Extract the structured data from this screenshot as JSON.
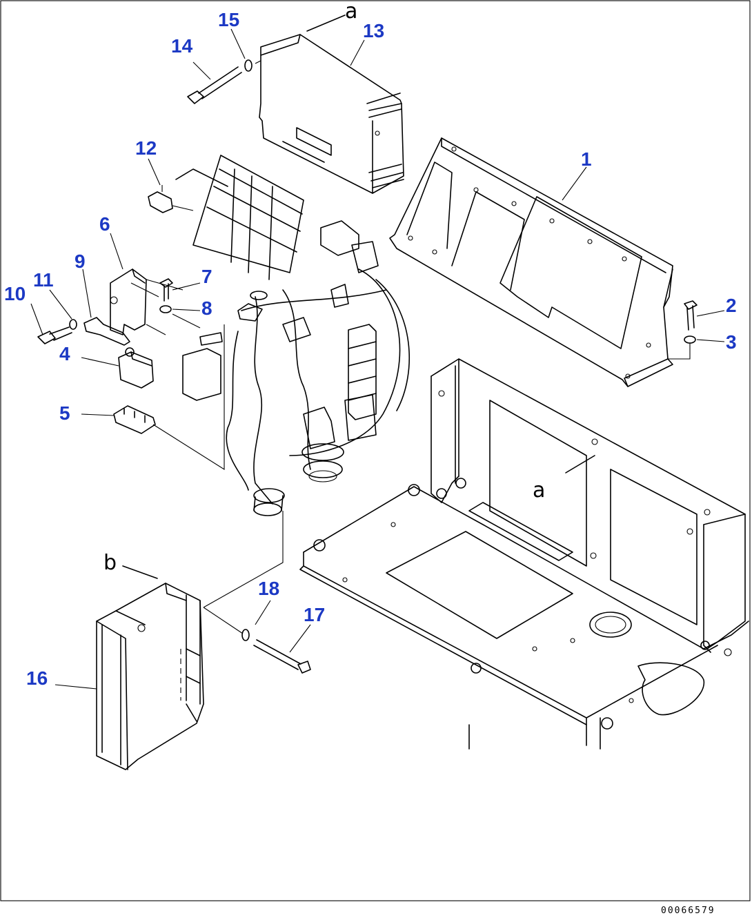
{
  "drawing_code": "00066579",
  "view_markers": [
    "a",
    "a",
    "b"
  ],
  "callouts": [
    "1",
    "2",
    "3",
    "4",
    "5",
    "6",
    "7",
    "8",
    "9",
    "10",
    "11",
    "12",
    "13",
    "14",
    "15",
    "16",
    "17",
    "18"
  ],
  "colors": {
    "callout": "#1c39c4",
    "lines": "#000000",
    "background": "#ffffff"
  }
}
